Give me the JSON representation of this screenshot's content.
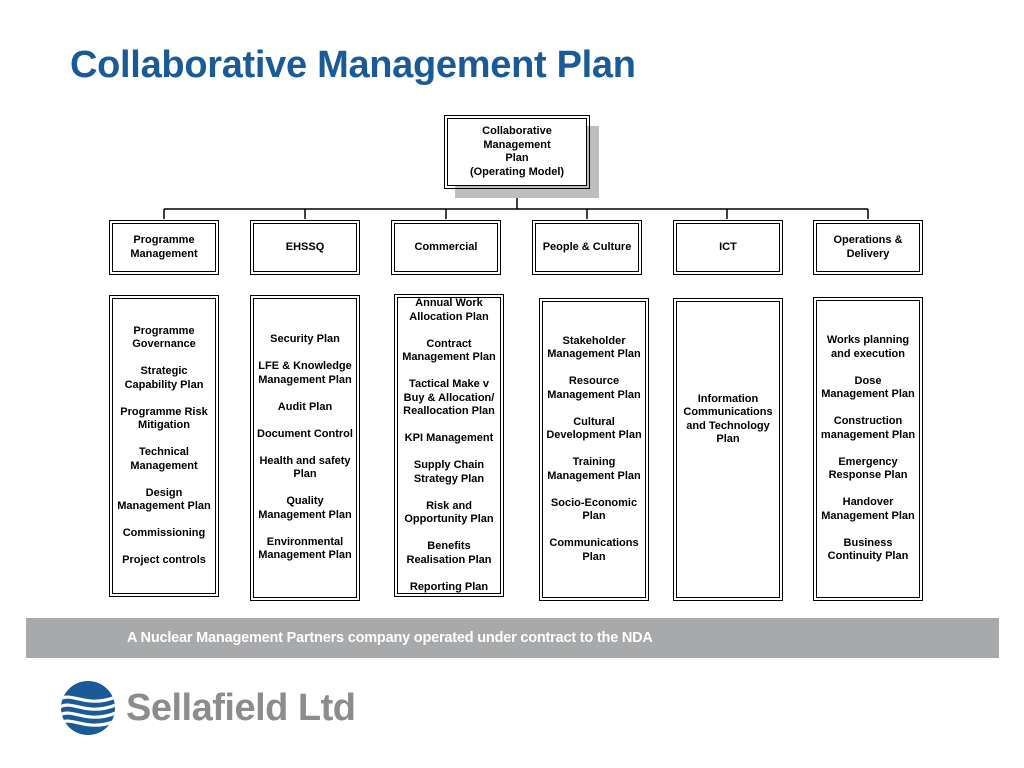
{
  "title": "Collaborative Management Plan",
  "root": {
    "lines": [
      "Collaborative",
      "Management",
      "Plan",
      "(Operating Model)"
    ]
  },
  "columns": [
    {
      "header": [
        "Programme",
        "Management"
      ],
      "items": [
        "Programme Governance",
        "Strategic Capability Plan",
        "Programme Risk Mitigation",
        "Technical Management",
        "Design Management Plan",
        "Commissioning",
        "Project controls"
      ]
    },
    {
      "header": [
        "EHSSQ"
      ],
      "items": [
        "Security Plan",
        "LFE & Knowledge Management Plan",
        "Audit Plan",
        "Document Control",
        "Health and safety Plan",
        "Quality Management Plan",
        "Environmental Management Plan"
      ]
    },
    {
      "header": [
        "Commercial"
      ],
      "items": [
        "Annual Work Allocation Plan",
        "Contract Management Plan",
        "Tactical Make v Buy & Allocation/ Reallocation Plan",
        "KPI Management",
        "Supply Chain Strategy Plan",
        "Risk and Opportunity Plan",
        "Benefits Realisation Plan",
        "Reporting Plan"
      ]
    },
    {
      "header": [
        "People & Culture"
      ],
      "items": [
        "Stakeholder Management Plan",
        "Resource Management Plan",
        "Cultural Development Plan",
        "Training Management Plan",
        "Socio-Economic Plan",
        "Communications Plan"
      ]
    },
    {
      "header": [
        "ICT"
      ],
      "items": [
        "Information Communications and Technology Plan"
      ]
    },
    {
      "header": [
        "Operations &",
        "Delivery"
      ],
      "items": [
        "Works planning and execution",
        "Dose Management Plan",
        "Construction management Plan",
        "Emergency Response Plan",
        "Handover Management Plan",
        "Business Continuity Plan"
      ]
    }
  ],
  "footer": {
    "text": "A Nuclear Management Partners company operated under contract to the NDA"
  },
  "logo": {
    "text": "Sellafield Ltd",
    "icon": "sellafield-wave-logo-icon",
    "colors": {
      "mark": "#1a5a96",
      "text": "#8a8c8e"
    }
  },
  "colors": {
    "title": "#1a5a96",
    "footer_band": "#a7a9ab"
  }
}
